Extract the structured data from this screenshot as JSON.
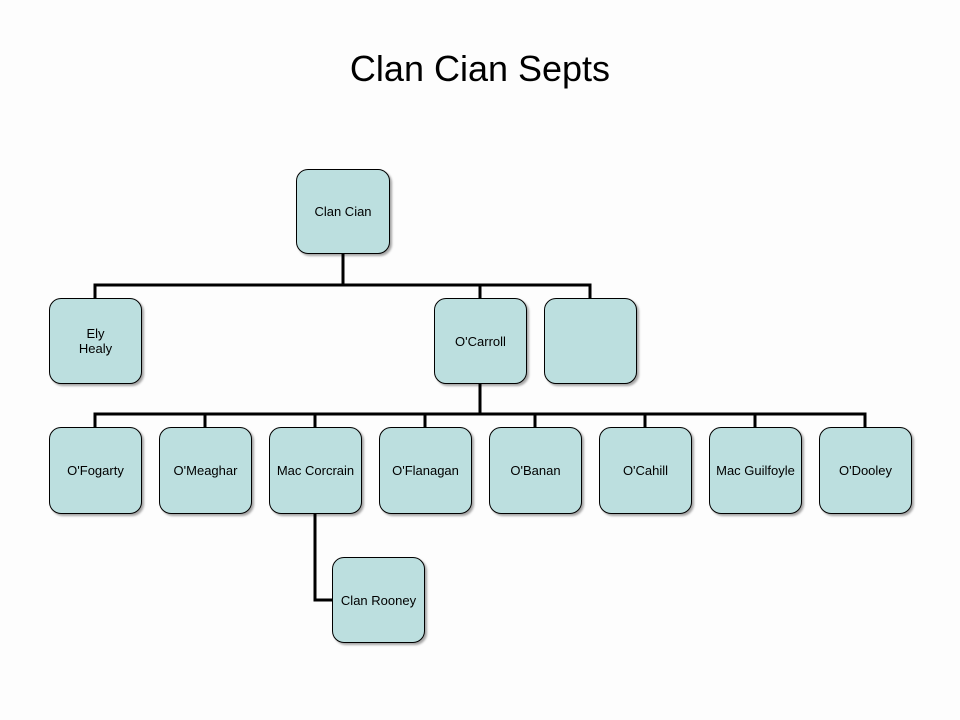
{
  "title": "Clan Cian Septs",
  "colors": {
    "node_fill": "#bcdfdf",
    "node_border": "#000000",
    "connector": "#000000",
    "background": "#fdfdfd"
  },
  "root": {
    "label": "Clan Cian"
  },
  "level1": [
    {
      "label": "Ely\nHealy"
    },
    {
      "label": "O'Carroll"
    },
    {
      "label": ""
    }
  ],
  "level2": [
    {
      "label": "O'Fogarty"
    },
    {
      "label": "O'Meaghar"
    },
    {
      "label": "Mac Corcrain"
    },
    {
      "label": "O'Flanagan"
    },
    {
      "label": "O'Banan"
    },
    {
      "label": "O'Cahill"
    },
    {
      "label": "Mac Guilfoyle"
    },
    {
      "label": "O'Dooley"
    }
  ],
  "level3": [
    {
      "label": "Clan Rooney"
    }
  ]
}
